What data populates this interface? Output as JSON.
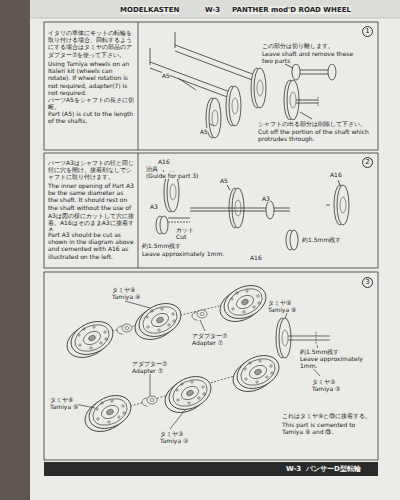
{
  "diagram": {
    "title": "PANTHER mod'D ROAD WHEEL",
    "labels": [
      "MODELKASTEN",
      "W-3",
      "1",
      "イタリの車体にキットの転輪を取り付ける場合、回転するようにする場合はタミヤの部品のアダプター⑦を使って下さい。",
      "Using Tamiya wheels on an Italeri kit (wheels can rotate). If wheel rotation is not required, adapter(7) is not required.",
      "パーツA5をシャフトの長さに切断。",
      "Part (A5) is cut to the length of the shafts.",
      "A5",
      "A5",
      "この部分は切り離します。",
      "Leave shaft and remove these two parts",
      "シャフトの出る部分は削除して下さい。",
      "Cut off the portion of the shaft which protrudes through.",
      "2",
      "パーツA3はシャフトの径と同じ径に穴を開け、接着剤なしでシャフトに取り付けます。",
      "The inner opening of Part A3 be the same diameter as the shaft. It should rest on the shaft without the use of cement.",
      "A3は図の様にカットして穴に接着。A16はそのままA3に接着する。",
      "Part A3 should be cut as shown in the diagram above and cemented with A16 as illustrated on the left.",
      "A16",
      "治具",
      "(Guide for part 3)",
      "A5",
      "A16",
      "A3",
      "カット",
      "Cut",
      "約1.5mm残す",
      "Leave approximately 1mm.",
      "A3",
      "A16",
      "約1.5mm残す",
      "3",
      "タミヤ⑨",
      "Tamiya ⑨",
      "アダプター⑦",
      "Adapter ⑦",
      "アダプター⑦",
      "Adapter ⑦",
      "タミヤ⑨",
      "Tamiya ⑨",
      "タミヤ③",
      "Tamiya ③",
      "タミヤ⑨",
      "Tamiya ⑨",
      "約1.5mm残す",
      "Leave approximately 1mm.",
      "タミヤ③",
      "Tamiya ③",
      "これはタミヤ⑨と⑬に接着する。",
      "This part is cemented to Tamiya ⑨ and ⑬.",
      "W-3",
      "パンサーD型転輪"
    ]
  }
}
